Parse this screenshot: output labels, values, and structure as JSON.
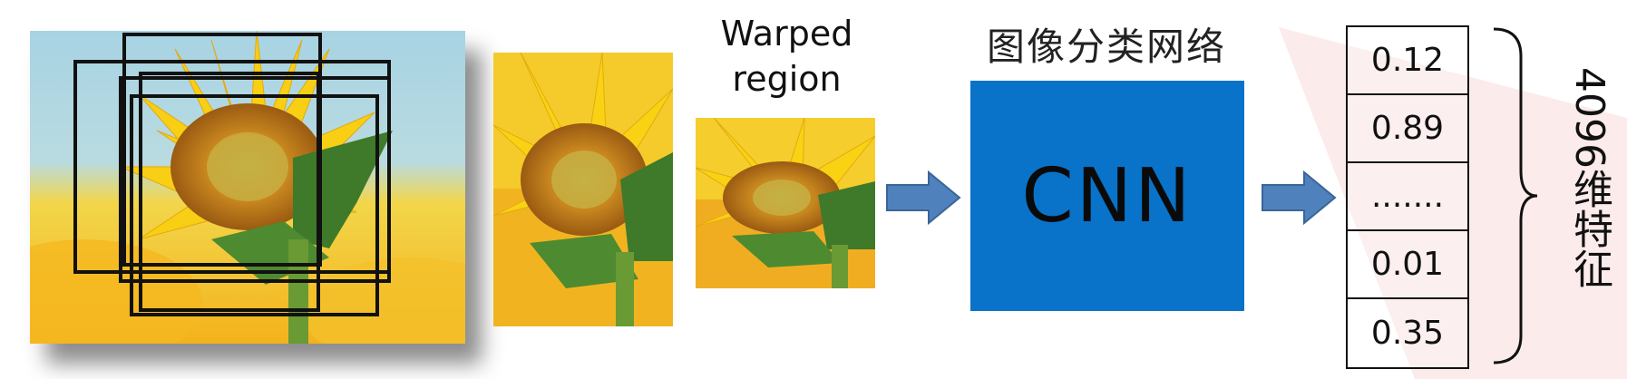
{
  "warped_region_label": "Warped\nregion",
  "network_title": "图像分类网络",
  "network_label": "CNN",
  "feature_values": [
    "0.12",
    "0.89",
    ".......",
    "0.01",
    "0.35"
  ],
  "feature_dimension": "4096",
  "feature_suffix": "维特征",
  "colors": {
    "cnn_box": "#0873c9",
    "arrow": "#4f81bd",
    "sky": "#a9d4e2",
    "petal": "#f7c814"
  }
}
